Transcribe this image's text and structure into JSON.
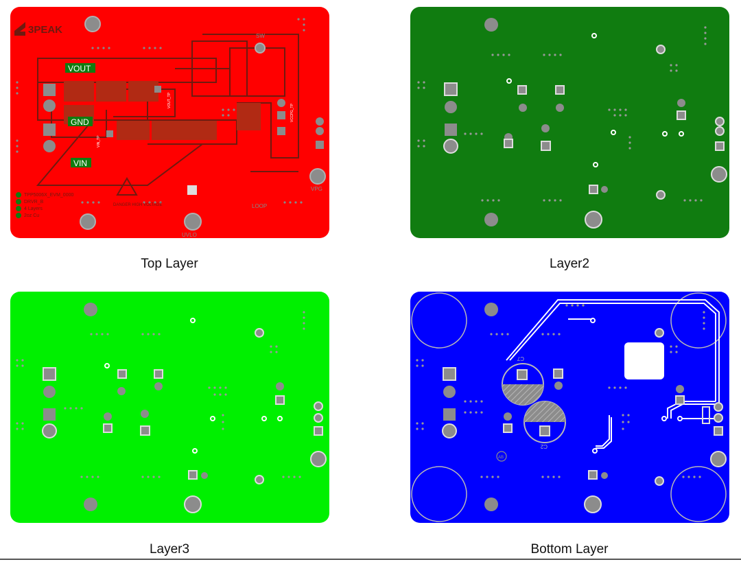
{
  "layers": [
    {
      "id": "top",
      "caption": "Top Layer",
      "fill": "#ff0000"
    },
    {
      "id": "l2",
      "caption": "Layer2",
      "fill": "#107c10"
    },
    {
      "id": "l3",
      "caption": "Layer3",
      "fill": "#00f000"
    },
    {
      "id": "bottom",
      "caption": "Bottom Layer",
      "fill": "#0000ff"
    }
  ],
  "top_labels": {
    "logo": "3PEAK",
    "vout": "VOUT",
    "gnd": "GND",
    "vin": "VIN",
    "vout_tp": "VOUT_TP",
    "vin_tp": "VIN_TP",
    "vccpg_tp": "VCCPG_TP",
    "loop": "LOOP",
    "sw": "SW",
    "uvlo": "UVLO",
    "vpg": "VPG",
    "danger": "DANGER HIGH VOLTAGE",
    "info_lines": [
      "TPP5006X_EVM_0000",
      "DRVR_B",
      "4 Layers",
      "2oz Cu"
    ]
  },
  "bottom_labels": {
    "c7": "C7",
    "c2": "C2",
    "ab": "AB"
  }
}
